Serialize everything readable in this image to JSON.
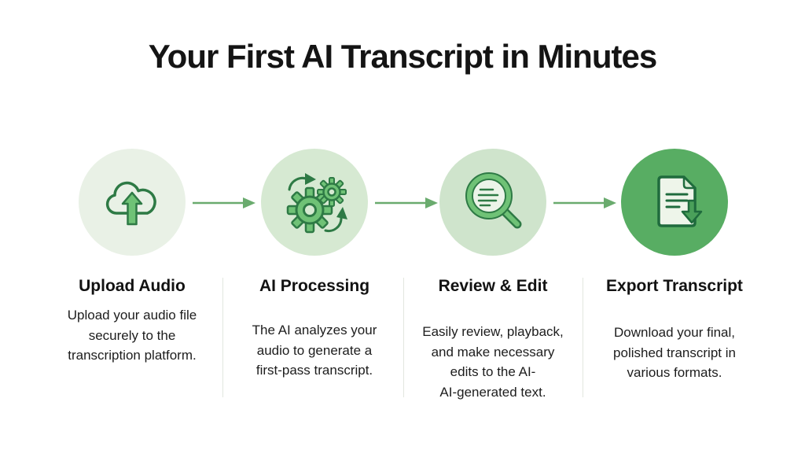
{
  "page": {
    "title": "Your First AI Transcript in Minutes"
  },
  "colors": {
    "background": "#ffffff",
    "title_text": "#141414",
    "body_text": "#1d1d1d",
    "icon_outline_green": "#2e7a45",
    "icon_fill_green": "#6fc276",
    "arrow_green": "#6aab6e",
    "divider": "#e2e7df",
    "circle_fills": [
      "#e9f1e6",
      "#d6e9d2",
      "#cfe4cc",
      "#58ad63"
    ]
  },
  "steps": [
    {
      "title": "Upload Audio",
      "icon": "cloud-upload-icon",
      "description": "Upload your audio file\nsecurely to the\ntranscription platform."
    },
    {
      "title": "AI Processing",
      "icon": "gears-icon",
      "description": "The AI analyzes your\naudio to generate a\nfirst-pass transcript."
    },
    {
      "title": "Review & Edit",
      "icon": "magnifier-icon",
      "description": "Easily review, playback,\nand make necessary\nedits to the AI-\nAI-generated text."
    },
    {
      "title": "Export Transcript",
      "icon": "document-download-icon",
      "description": "Download your final,\npolished transcript in\nvarious formats."
    }
  ]
}
